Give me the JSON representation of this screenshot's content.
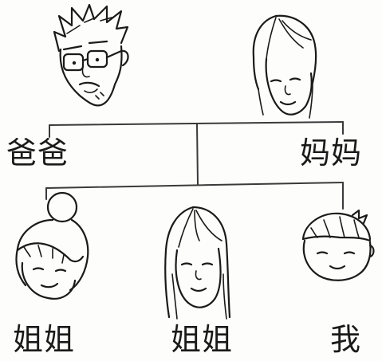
{
  "figure": {
    "members": {
      "father": {
        "label": "爸爸",
        "icon": "father-face-icon"
      },
      "mother": {
        "label": "妈妈",
        "icon": "mother-face-icon"
      },
      "elder_sister_1": {
        "label": "姐姐",
        "icon": "girl-bun-face-icon"
      },
      "elder_sister_2": {
        "label": "姐姐",
        "icon": "long-hair-girl-face-icon"
      },
      "me": {
        "label": "我",
        "icon": "child-face-icon"
      }
    },
    "colors": {
      "ink": "#1a1a1a",
      "background": "#fdfdfc"
    }
  }
}
